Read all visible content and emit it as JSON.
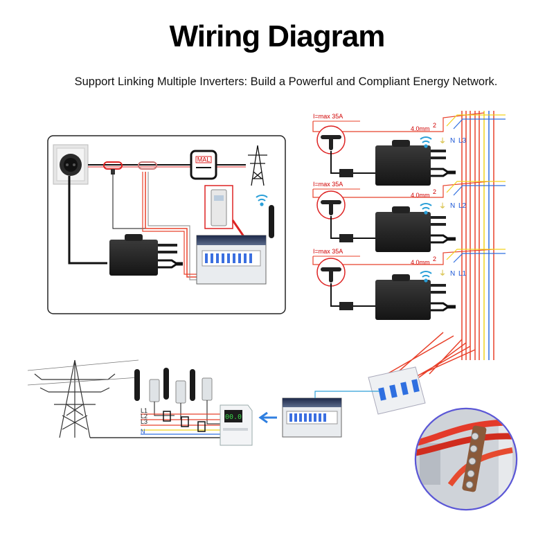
{
  "header": {
    "title": "Wiring Diagram",
    "subtitle": "Support Linking Multiple Inverters: Build a Powerful and Compliant Energy Network."
  },
  "meter_badge": "MAL",
  "inverters": [
    {
      "current": "I=max 35A",
      "cable": "4.0mm",
      "cable_sup": "2",
      "neutral": "N",
      "line": "L3"
    },
    {
      "current": "I=max 35A",
      "cable": "4.0mm",
      "cable_sup": "2",
      "neutral": "N",
      "line": "L2"
    },
    {
      "current": "I=max 35A",
      "cable": "4.0mm",
      "cable_sup": "2",
      "neutral": "N",
      "line": "L1"
    }
  ],
  "ground_symbol": "⏚",
  "grid_meter": {
    "display": "00.0",
    "lines": [
      "L1",
      "L2",
      "L3",
      "N"
    ]
  },
  "colors": {
    "red": "#e8402a",
    "yellow": "#f2d21b",
    "blue": "#2f6fe0",
    "inverter": "#1f1f1f",
    "frame": "#222222",
    "photo_border": "#5b57d6"
  }
}
